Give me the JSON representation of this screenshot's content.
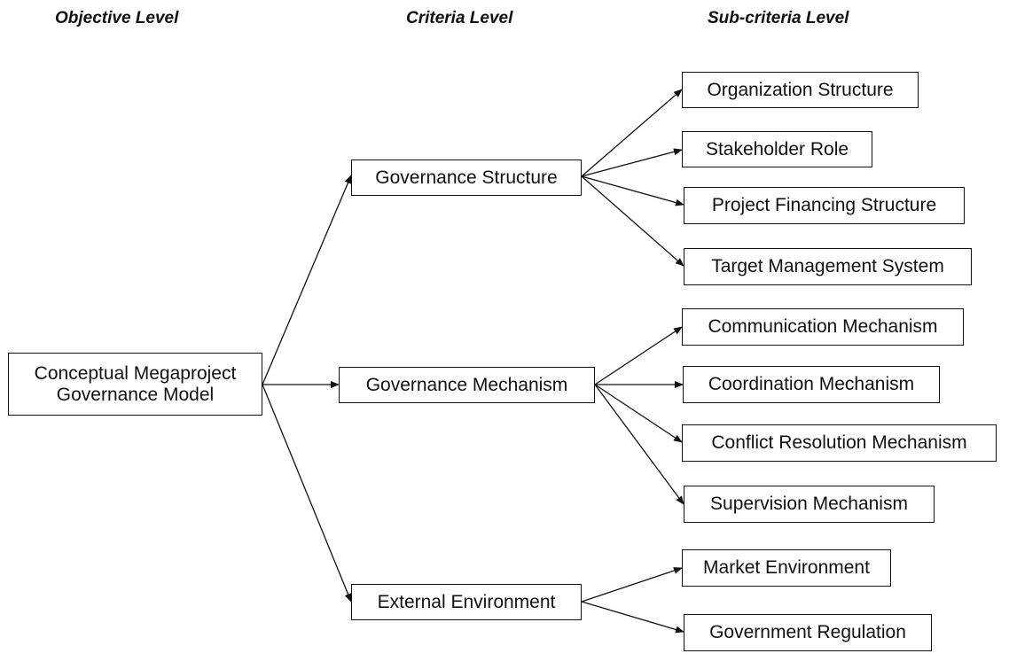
{
  "levels": {
    "objective": "Objective Level",
    "criteria": "Criteria Level",
    "subcriteria": "Sub-criteria Level"
  },
  "objective": "Conceptual Megaproject\nGovernance Model",
  "criteria": [
    {
      "label": "Governance Structure",
      "subcriteria": [
        "Organization Structure",
        "Stakeholder Role",
        "Project Financing Structure",
        "Target Management System"
      ]
    },
    {
      "label": "Governance Mechanism",
      "subcriteria": [
        "Communication Mechanism",
        "Coordination Mechanism",
        "Conflict Resolution Mechanism",
        "Supervision Mechanism"
      ]
    },
    {
      "label": "External Environment",
      "subcriteria": [
        "Market Environment",
        "Government Regulation"
      ]
    }
  ]
}
